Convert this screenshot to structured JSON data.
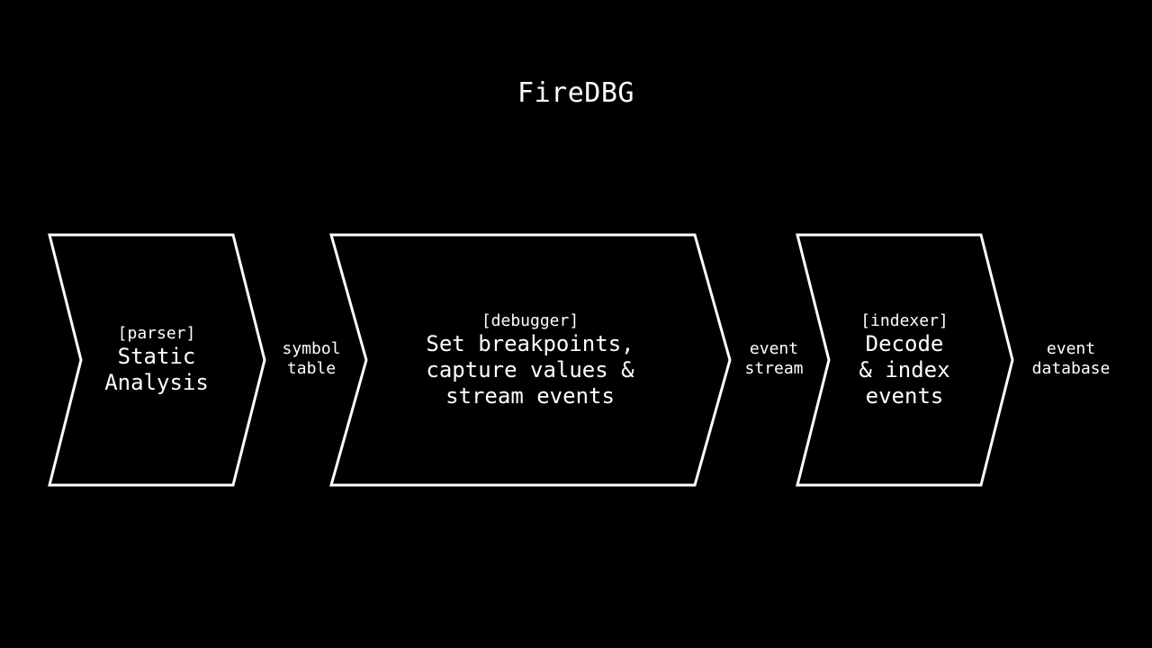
{
  "title": "FireDBG",
  "stages": [
    {
      "tag": "[parser]",
      "lines": [
        "Static",
        "Analysis"
      ]
    },
    {
      "tag": "[debugger]",
      "lines": [
        "Set breakpoints,",
        "capture values &",
        "stream events"
      ]
    },
    {
      "tag": "[indexer]",
      "lines": [
        "Decode",
        "& index",
        "events"
      ]
    }
  ],
  "connectors": [
    {
      "lines": [
        "symbol",
        "table"
      ]
    },
    {
      "lines": [
        "event",
        "stream"
      ]
    },
    {
      "lines": [
        "event",
        "database"
      ]
    }
  ],
  "colors": {
    "background": "#000000",
    "foreground": "#ffffff"
  }
}
